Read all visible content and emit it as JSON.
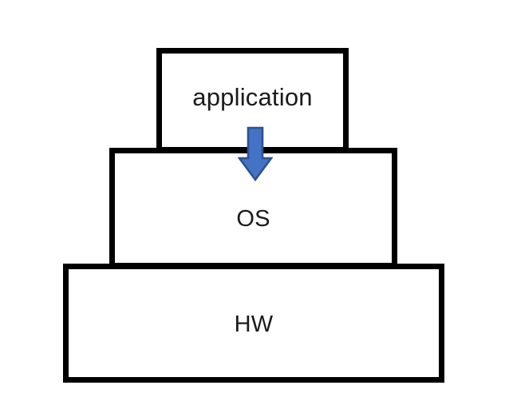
{
  "diagram": {
    "title": "Layered system architecture stack",
    "background_color": "#ffffff",
    "border_color": "#000000",
    "text_color": "#1a1a1a",
    "layers": [
      {
        "id": "application",
        "label": "application",
        "level": 1,
        "position": "top",
        "width_rank": "narrowest"
      },
      {
        "id": "os",
        "label": "OS",
        "level": 2,
        "position": "middle",
        "width_rank": "medium"
      },
      {
        "id": "hw",
        "label": "HW",
        "level": 3,
        "position": "bottom",
        "width_rank": "widest"
      }
    ],
    "arrow": {
      "icon": "arrow-down-icon",
      "direction": "down",
      "from": "application",
      "to": "os",
      "fill_color": "#4472C4",
      "stroke_color": "#2E528F"
    }
  }
}
